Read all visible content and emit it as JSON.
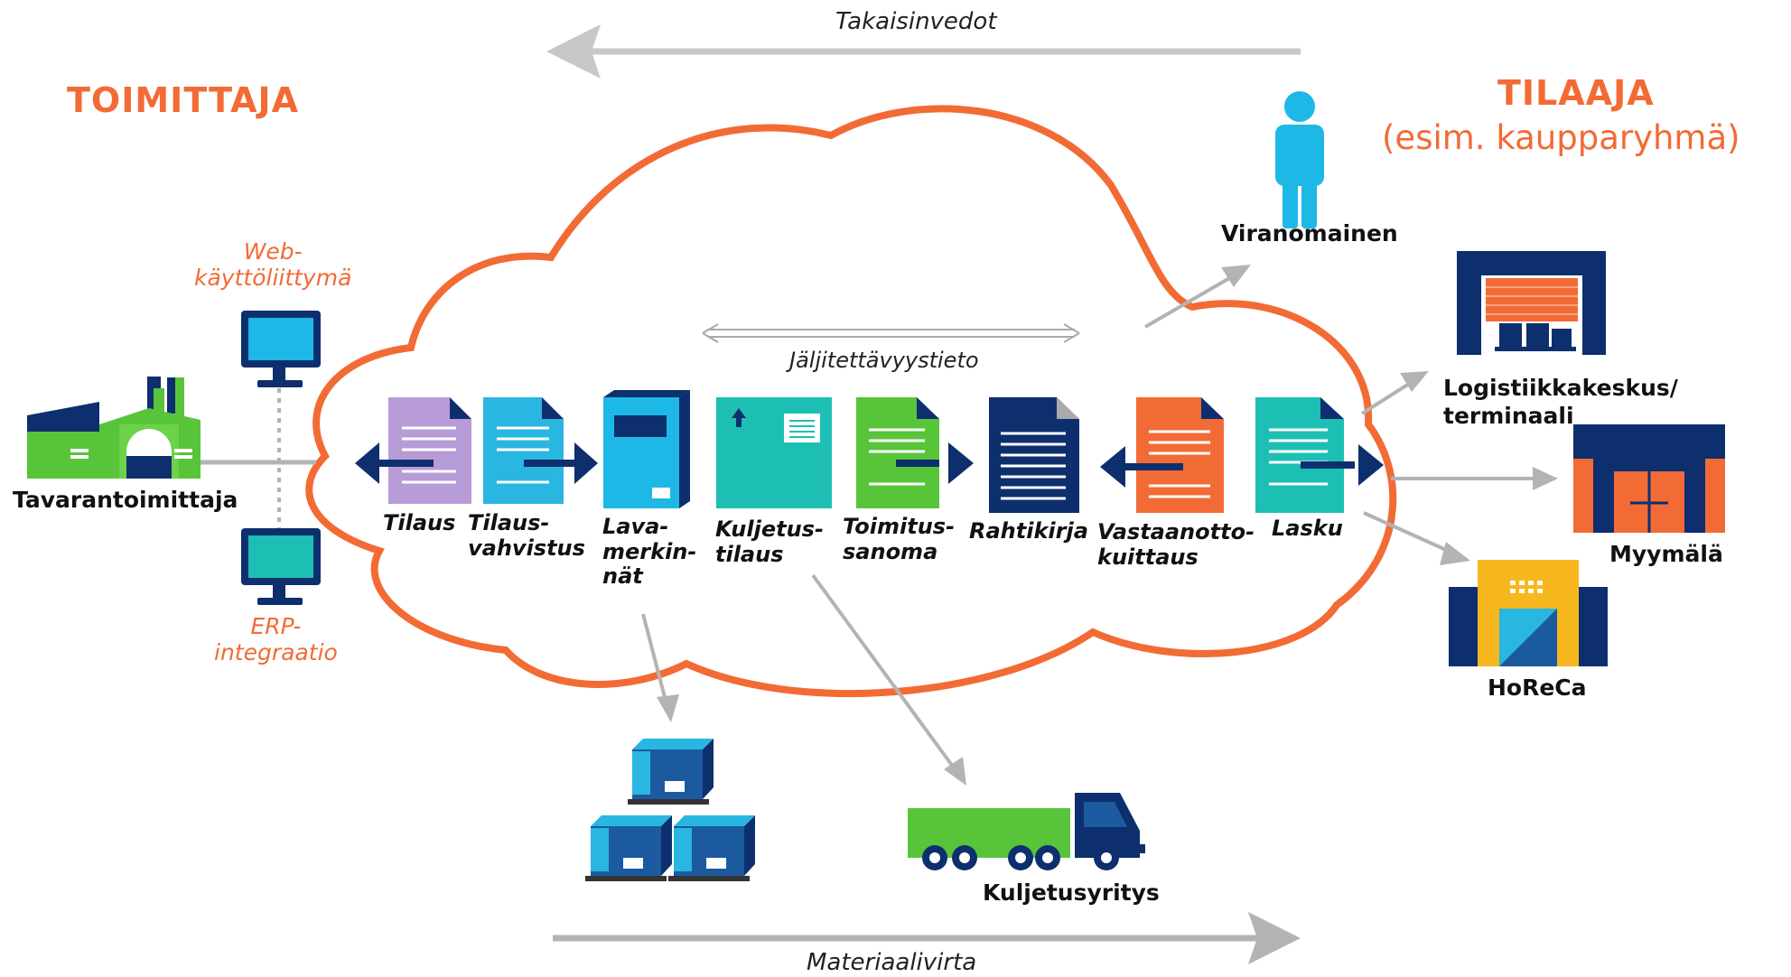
{
  "supplier": {
    "title": "TOIMITTAJA",
    "name": "Tavarantoimittaja"
  },
  "customer": {
    "title": "TILAAJA",
    "subtitle": "(esim. kaupparyhmä)"
  },
  "integrations": {
    "web": "Web-\nkäyttöliittymä",
    "erp": "ERP-\nintegraatio"
  },
  "flows": {
    "top": "Takaisinvedot",
    "traceability": "Jäljitettävyystieto",
    "bottom": "Materiaalivirta"
  },
  "documents": [
    {
      "label": "Tilaus",
      "color": "#B79CD8"
    },
    {
      "label": "Tilaus-\nvahvistus",
      "color": "#29B6E0"
    },
    {
      "label": "Lava-\nmerkin-\nnät",
      "color": "#1EB8E6"
    },
    {
      "label": "Kuljetus-\ntilaus",
      "color": "#1DBFB4"
    },
    {
      "label": "Toimitus-\nsanoma",
      "color": "#57C43A"
    },
    {
      "label": "Rahtikirja",
      "color": "#0D2F6E"
    },
    {
      "label": "Vastaanotto-\nkuittaus",
      "color": "#F26B35"
    },
    {
      "label": "Lasku",
      "color": "#1DBFB4"
    }
  ],
  "recipients": {
    "authority": "Viranomainen",
    "logistics": "Logistiikkakeskus/\nterminaali",
    "store": "Myymälä",
    "horeca": "HoReCa",
    "carrier": "Kuljetusyritys"
  },
  "colors": {
    "orange": "#F26B35",
    "navy": "#0D2F6E",
    "green": "#57C43A",
    "cyan": "#1EB8E6",
    "teal": "#1DBFB4",
    "purple": "#B79CD8",
    "gray": "#B3B3B3"
  }
}
